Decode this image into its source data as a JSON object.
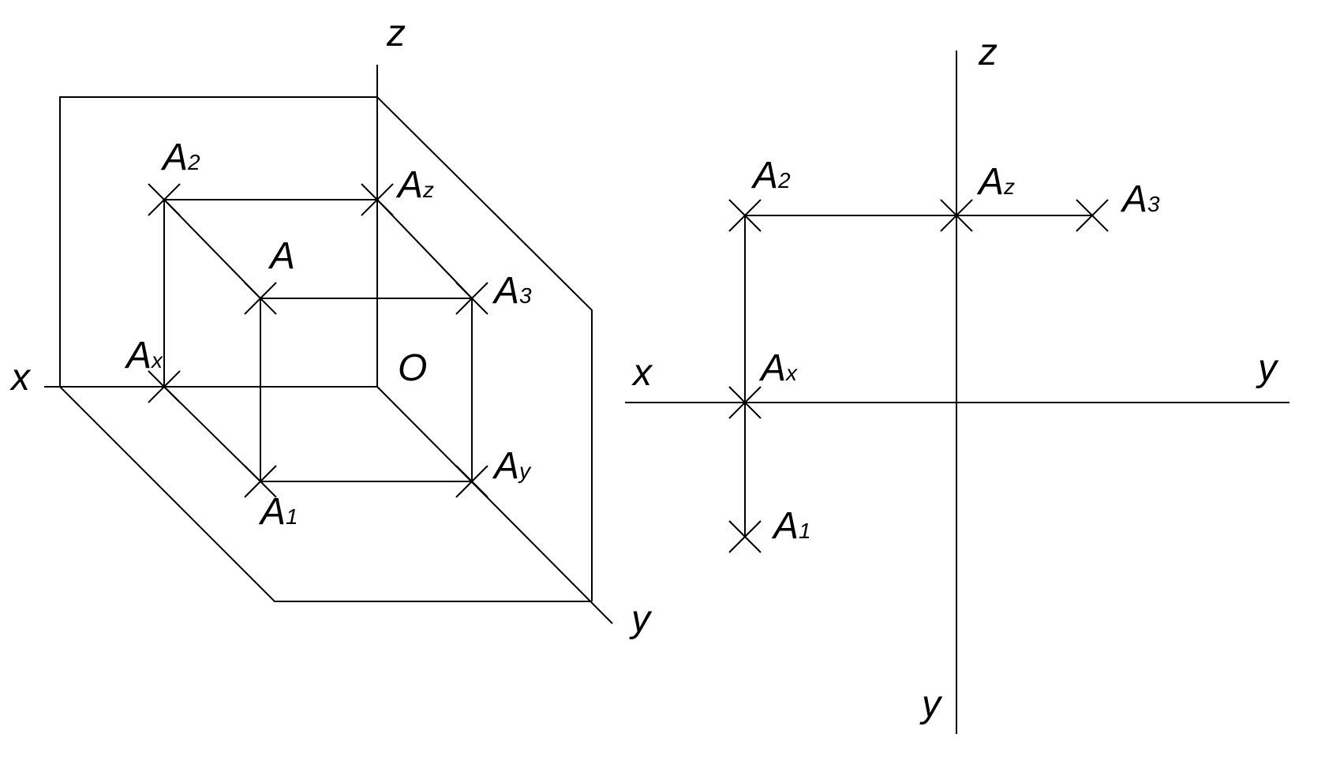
{
  "left_diagram": {
    "axes": {
      "x": "x",
      "y": "y",
      "z": "z",
      "origin": "O"
    },
    "points": {
      "A": {
        "main": "A",
        "sub": ""
      },
      "A2": {
        "main": "A",
        "sub": "2"
      },
      "Az": {
        "main": "A",
        "sub": "z"
      },
      "A3": {
        "main": "A",
        "sub": "3"
      },
      "Ax": {
        "main": "A",
        "sub": "x"
      },
      "A1": {
        "main": "A",
        "sub": "1"
      },
      "Ay": {
        "main": "A",
        "sub": "y"
      }
    }
  },
  "right_diagram": {
    "axes": {
      "x": "x",
      "y_horizontal": "y",
      "y_vertical": "y",
      "z": "z"
    },
    "points": {
      "A2": {
        "main": "A",
        "sub": "2"
      },
      "Az": {
        "main": "A",
        "sub": "z"
      },
      "A3": {
        "main": "A",
        "sub": "3"
      },
      "Ax": {
        "main": "A",
        "sub": "x"
      },
      "A1": {
        "main": "A",
        "sub": "1"
      }
    }
  }
}
